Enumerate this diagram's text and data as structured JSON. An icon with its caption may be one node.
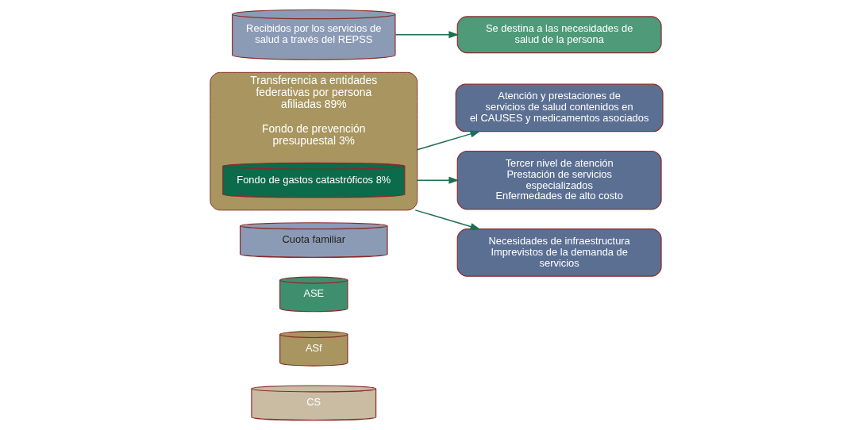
{
  "diagram": {
    "nodes": [
      {
        "text": [
          "CS"
        ]
      },
      {
        "text": [
          "ASf"
        ]
      },
      {
        "text": [
          "ASE"
        ]
      },
      {
        "text": [
          "Cuota familiar"
        ]
      },
      {
        "text": [
          "Transferencia a entidades federativas por persona afiliadas 89%",
          "Fondo de prevención presupuestal 3%"
        ]
      },
      {
        "text": [
          "Fondo de gastos catastróficos 8%"
        ],
        "in": 4
      },
      {
        "text": [
          "Recibidos por los servicios de salud a través del REPSS"
        ]
      },
      {
        "text": [
          "Atención y prestaciones de servicios de salud contenidos en el CAUSES y medicamentos asociados"
        ]
      },
      {
        "text": [
          "Tercer nivel de atención",
          "Prestación de servicios especializados",
          "Enfermedades de alto costo"
        ]
      },
      {
        "text": [
          "Necesidades de infraestructura",
          "Imprevistos de la demanda de servicios"
        ]
      },
      {
        "text": [
          "Se destina a las necesidades de salud de la persona"
        ]
      }
    ],
    "edges": [
      {
        "from": 4,
        "to": 7,
        "arrow": "to"
      },
      {
        "from": 4,
        "to": 8,
        "arrow": "to"
      },
      {
        "from": 4,
        "to": 9,
        "arrow": "to"
      },
      {
        "from": 6,
        "to": 10,
        "arrow": "to"
      }
    ]
  }
}
